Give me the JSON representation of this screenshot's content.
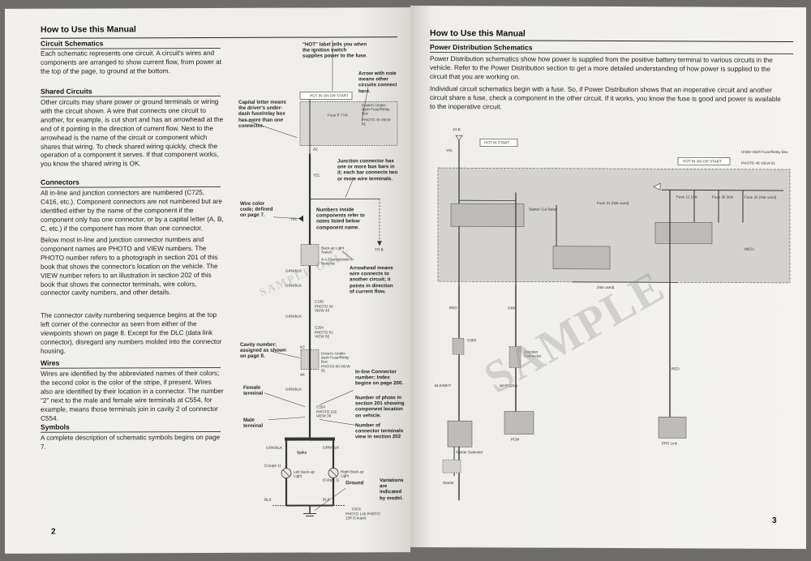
{
  "left": {
    "header": "How to Use this Manual",
    "sections": [
      {
        "title": "Circuit Schematics",
        "text": "Each schematic represents one circuit. A circuit's wires and components are arranged to show current flow, from power at the top of the page, to ground at the bottom."
      },
      {
        "title": "Shared Circuits",
        "text": "Other circuits may share power or ground terminals or wiring with the circuit shown. A wire that connects one circuit to another, for example, is cut short and has an arrowhead at the end of it pointing in the direction of current flow. Next to the arrowhead is the name of the circuit or component which shares that wiring. To check shared wiring quickly, check the operation of a component it serves. If that component works, you know the shared wiring is OK."
      },
      {
        "title": "Connectors",
        "text": "All in-line and junction connectors are numbered (C725, C416, etc.). Component connectors are not numbered but are identified either by the name of the component if the component only has one connector, or by a capital letter (A, B, C, etc.) if the component has more than one connector.",
        "text2": "Below most in-line and junction connector numbers and component names are PHOTO and VIEW numbers. The PHOTO number refers to a photograph in section 201 of this book that shows the connector's location on the vehicle. The VIEW number refers to an illustration in section 202 of this book that shows the connector terminals, wire colors, connector cavity numbers, and other details.",
        "text3": "The connector cavity numbering sequence begins at the top left corner of the connector as seen from either of the viewpoints shown on page 8. Except for the DLC (data link connector), disregard any numbers molded into the connector housing."
      },
      {
        "title": "Wires",
        "text": "Wires are identified by the abbreviated names of their colors; the second color is the color of the stripe, if present. Wires also are identified by their location in a connector. The number \"2\" next to the male and female wire terminals at C554, for example, means those terminals join in cavity 2 of connector C554."
      },
      {
        "title": "Symbols",
        "text": "A complete description of schematic symbols begins on page 7."
      }
    ],
    "callouts": {
      "hot_label": "\"HOT\" label tells you when the ignition switch supplies power to the fuse.",
      "arrow_note": "Arrow with note means other circuits connect here.",
      "capital_letter": "Capital letter means the driver's under-dash fuse/relay box has more than one connector.",
      "junction": "Junction connector has one or more bus bars in it; each bar connects two or more wire terminals.",
      "wire_color": "Wire color code; defined on page 7.",
      "numbers_inside": "Numbers inside components refer to notes listed below component name.",
      "arrowhead": "Arrowhead means wire connects to another circuit; it points in direction of current flow.",
      "cavity": "Cavity number; assigned as shown on page 8.",
      "inline": "In-line Connector number; Index begins on page 200.",
      "female": "Female terminal",
      "photo_num": "Number of photo in section 201 showing component location on vehicle.",
      "male": "Male terminal",
      "conn_view": "Number of connector terminals view in section 202",
      "ground": "Ground",
      "variations": "Variations are indicated by model."
    },
    "diagram": {
      "hot_box": "HOT IN ON OR START",
      "fuse_box_name": "Driver's Under-dash Fuse/Relay Box",
      "fuse": "Fuse 8 7.5A",
      "fuse_photo": "PHOTO 45 VIEW 61",
      "a2": "A2",
      "yel": "YEL",
      "switch": "Back-up Light Switch",
      "switch_sub": "A = Transmission in Reverse",
      "grn_blk": "GRN/BLK",
      "c100": "C100",
      "c100_photo": "PHOTO 34 VIEW 40",
      "c204": "C204",
      "c204_photo": "PHOTO 61 VIEW 92",
      "k2": "K2",
      "box2": "Driver's Under-dash Fuse/Relay Box",
      "box2_photo": "PHOTO 80 VIEW 91",
      "a6": "A6",
      "c554": "C554",
      "c554_photo": "PHOTO 102 VIEW 39",
      "spike": "Spike",
      "left_light": "Left Back-up Light",
      "right_light": "Right Back-up Light",
      "coupe": "(Coupe 1)",
      "blk": "BLK",
      "g501": "G501",
      "g501_photo": "PHOTO 146 PHOTO 138 (Coupe)",
      "tob": "TO B",
      "watermark": "SAMPLE ONLY"
    },
    "page_number": "2"
  },
  "right": {
    "header": "How to Use this Manual",
    "section_title": "Power Distribution Schematics",
    "paragraph1": "Power Distribution schematics show how power is supplied from the positive battery terminal to various circuits in the vehicle. Refer to the Power Distribution section to get a more detailed understanding of how power is supplied to the circuit that you are working on.",
    "paragraph2": "Individual circuit schematics begin with a fuse. So, if Power Distribution shows that an inoperative circuit and another circuit share a fuse, check a component in the other circuit. If it works, you know the fuse is good and power is available to the inoperative circuit.",
    "diagram": {
      "hot_start": "HOT IN START",
      "hot_on_start": "HOT IN ON OR START",
      "box_name": "Under-dash Fuse/Relay Box",
      "box_photo": "PHOTO 46 VIEW 61",
      "relay": "Starter Cut Relay",
      "fuse21": "Fuse 21 (Not used)",
      "fuse11": "Fuse 11 15A",
      "fuse36": "Fuse 36 30A",
      "fuse32": "Fuse 32 (Not used)",
      "pcm_box": "MICU",
      "not_used": "(Not used)",
      "yel": "YEL",
      "red": "RED",
      "grn": "GRN",
      "red2": "RED",
      "blk_wht": "BLK/WHT",
      "wht_grn": "WHT/GRN",
      "c303": "C303",
      "starter_sol": "Starter Solenoid",
      "starter": "Starter",
      "junction": "Junction Connector",
      "pcm": "PCM",
      "ers": "ERS Link",
      "watermark": "SAMPLE"
    },
    "page_number": "3"
  }
}
